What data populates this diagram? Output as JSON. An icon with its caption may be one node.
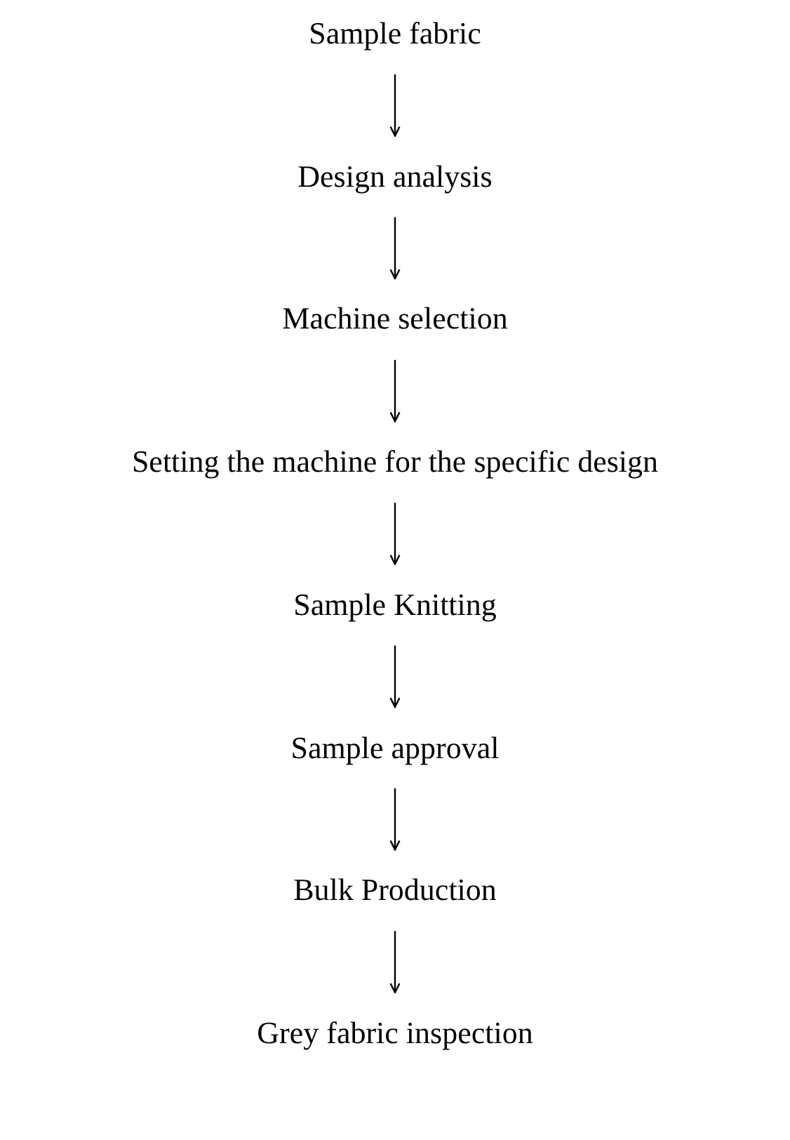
{
  "diagram": {
    "nodes": [
      {
        "text": [
          "Sample fabric"
        ]
      },
      {
        "text": [
          "Design analysis"
        ]
      },
      {
        "text": [
          "Machine selection"
        ]
      },
      {
        "text": [
          "Setting the machine for the specific design"
        ]
      },
      {
        "text": [
          "Sample Knitting"
        ]
      },
      {
        "text": [
          "Sample approval"
        ]
      },
      {
        "text": [
          "Bulk Production"
        ]
      },
      {
        "text": [
          "Grey fabric inspection"
        ]
      }
    ],
    "edges": [
      {
        "from": 0,
        "to": 1,
        "arrow": "to"
      },
      {
        "from": 1,
        "to": 2,
        "arrow": "to"
      },
      {
        "from": 2,
        "to": 3,
        "arrow": "to"
      },
      {
        "from": 3,
        "to": 4,
        "arrow": "to"
      },
      {
        "from": 4,
        "to": 5,
        "arrow": "to"
      },
      {
        "from": 5,
        "to": 6,
        "arrow": "to"
      },
      {
        "from": 6,
        "to": 7,
        "arrow": "to"
      }
    ]
  }
}
